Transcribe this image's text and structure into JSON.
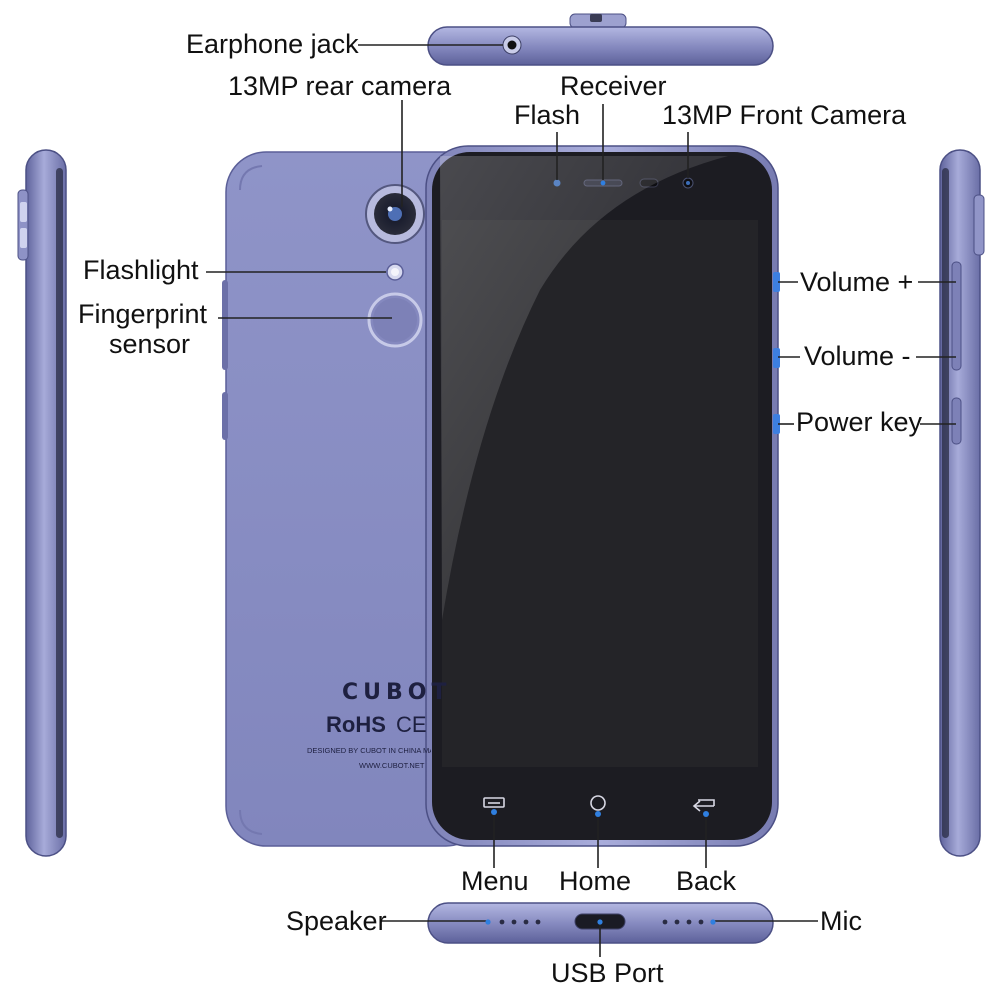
{
  "labels": {
    "earphone_jack": "Earphone jack",
    "rear_camera": "13MP rear camera",
    "receiver": "Receiver",
    "flash": "Flash",
    "front_camera": "13MP Front Camera",
    "flashlight": "Flashlight",
    "fingerprint_line1": "Fingerprint",
    "fingerprint_line2": "sensor",
    "volume_up": "Volume +",
    "volume_down": "Volume -",
    "power_key": "Power key",
    "menu": "Menu",
    "home": "Home",
    "back": "Back",
    "speaker": "Speaker",
    "mic": "Mic",
    "usb_port": "USB Port"
  },
  "back_print": {
    "brand": "CUBOT",
    "rohs": "RoHS",
    "ce": "CE",
    "designed": "DESIGNED BY CUBOT IN CHINA MADE IN CHINA",
    "website": "WWW.CUBOT.NET"
  },
  "colors": {
    "body": "#8a8fc4",
    "body_dark": "#6c70a8",
    "screen": "#1d1d22",
    "accent_dot": "#2f7fe0",
    "leader": "#222222"
  },
  "icons": {
    "menu": "menu-icon",
    "home": "home-icon",
    "back": "back-arrow-icon"
  }
}
